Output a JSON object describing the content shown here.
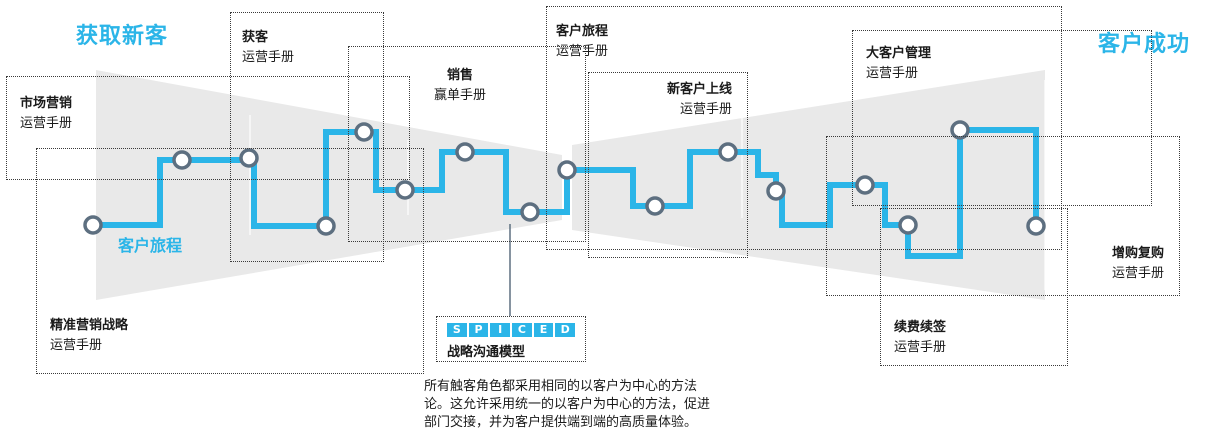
{
  "headings": {
    "left": "获取新客",
    "right": "客户成功"
  },
  "journey_label": "客户旅程",
  "stages": {
    "marketing": {
      "title": "市场营销",
      "subtitle": "运营手册"
    },
    "acquisition": {
      "title": "获客",
      "subtitle": "运营手册"
    },
    "sales": {
      "title": "销售",
      "subtitle": "赢单手册"
    },
    "journey": {
      "title": "客户旅程",
      "subtitle": "运营手册"
    },
    "onboarding": {
      "title": "新客户上线",
      "subtitle": "运营手册"
    },
    "key_account": {
      "title": "大客户管理",
      "subtitle": "运营手册"
    },
    "precision": {
      "title": "精准营销战略",
      "subtitle": "运营手册"
    },
    "renewal": {
      "title": "续费续签",
      "subtitle": "运营手册"
    },
    "upsell": {
      "title": "增购复购",
      "subtitle": "运营手册"
    }
  },
  "spiced": {
    "letters": [
      "S",
      "P",
      "I",
      "C",
      "E",
      "D"
    ],
    "caption": "战略沟通模型"
  },
  "description": {
    "line1": "所有触客角色都采用相同的以客户为中心的方法",
    "line2": "论。这允许采用统一的以客户为中心的方法，促进",
    "line3": "部门交接，并为客户提供端到端的高质量体验。"
  },
  "colors": {
    "accent": "#2bb5e8",
    "funnel": "#e9e9e9",
    "node_ring": "#5d6f80"
  }
}
